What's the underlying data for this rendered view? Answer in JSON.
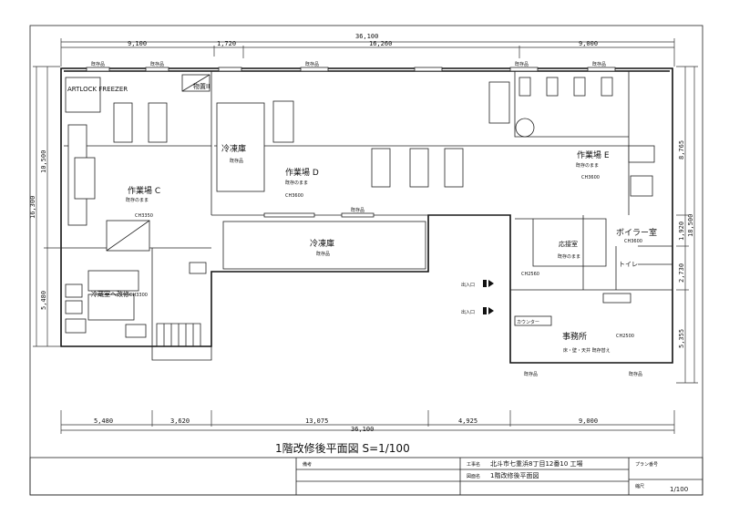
{
  "dimensions": {
    "top_total": "36,100",
    "top_segments": [
      "9,100",
      "1,720",
      "16,260",
      "9,000"
    ],
    "bottom_segments": [
      "5,480",
      "3,620",
      "13,075",
      "4,925",
      "9,000"
    ],
    "bottom_total": "36,100",
    "left": [
      "10,500",
      "16,300",
      "5,480"
    ],
    "right": [
      "8,765",
      "18,500",
      "1,920",
      "2,730",
      "5,355"
    ]
  },
  "rooms": {
    "freezer_unit": "ARTLOCK FREEZER",
    "work_c": {
      "name": "作業場 C",
      "note": "既存のまま",
      "ch": "CH3350"
    },
    "freezer_1": {
      "name": "冷凍庫",
      "note": "既存品"
    },
    "storage": "物置II",
    "work_d": {
      "name": "作業場 D",
      "note": "既存のまま",
      "ch": "CH3600"
    },
    "work_e": {
      "name": "作業場 E",
      "note": "既存のまま",
      "ch": "CH3600"
    },
    "freezer_2": {
      "name": "冷凍庫",
      "note": "既存品"
    },
    "cold_room": {
      "name": "冷蔵室へ改修",
      "ch": "CH3300"
    },
    "boiler": {
      "name": "ボイラー室",
      "ch": "CH3600"
    },
    "reception": {
      "name": "応接室",
      "note": "既存のまま"
    },
    "hall_ch": "CH2560",
    "toilet": "トイレ",
    "entrance_1": "出入口",
    "entrance_2": "出入口",
    "counter": "カウンター",
    "office": {
      "name": "事務所",
      "ch": "CH2500",
      "note": "床・壁・天井 既存替え"
    }
  },
  "window_label": "既存品",
  "title": "1階改修後平面図 S=1/100",
  "title_block": {
    "remarks_label": "備考",
    "project_label": "工事名",
    "project_value": "北斗市七重浜8丁目12番10 工場",
    "drawing_label": "図面名",
    "drawing_value": "1階改修後平面図",
    "plan_no_label": "プラン番号",
    "scale_label": "縮尺",
    "scale_value": "1/100"
  }
}
